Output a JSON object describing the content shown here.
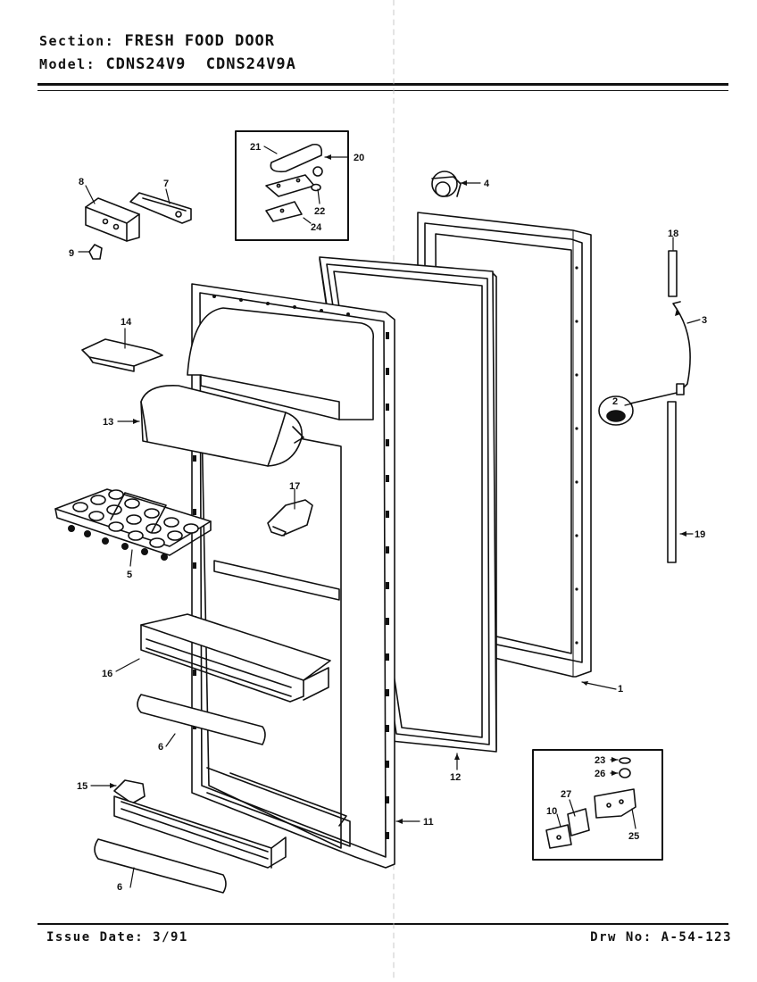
{
  "header": {
    "section_key": "Section:",
    "section_value": "FRESH FOOD DOOR",
    "model_key": "Model:",
    "model_value": "CDNS24V9  CDNS24V9A"
  },
  "footer": {
    "issue_date": "Issue Date: 3/91",
    "drawing_number": "Drw No: A-54-123"
  },
  "callouts": {
    "c1": "1",
    "c2": "2",
    "c3": "3",
    "c4": "4",
    "c5": "5",
    "c6a": "6",
    "c6b": "6",
    "c7": "7",
    "c8": "8",
    "c9": "9",
    "c10": "10",
    "c11": "11",
    "c12": "12",
    "c13": "13",
    "c14": "14",
    "c15": "15",
    "c16": "16",
    "c17": "17",
    "c18": "18",
    "c19": "19",
    "c20": "20",
    "c21": "21",
    "c22": "22",
    "c23": "23",
    "c24": "24",
    "c25": "25",
    "c26": "26",
    "c27": "27"
  }
}
